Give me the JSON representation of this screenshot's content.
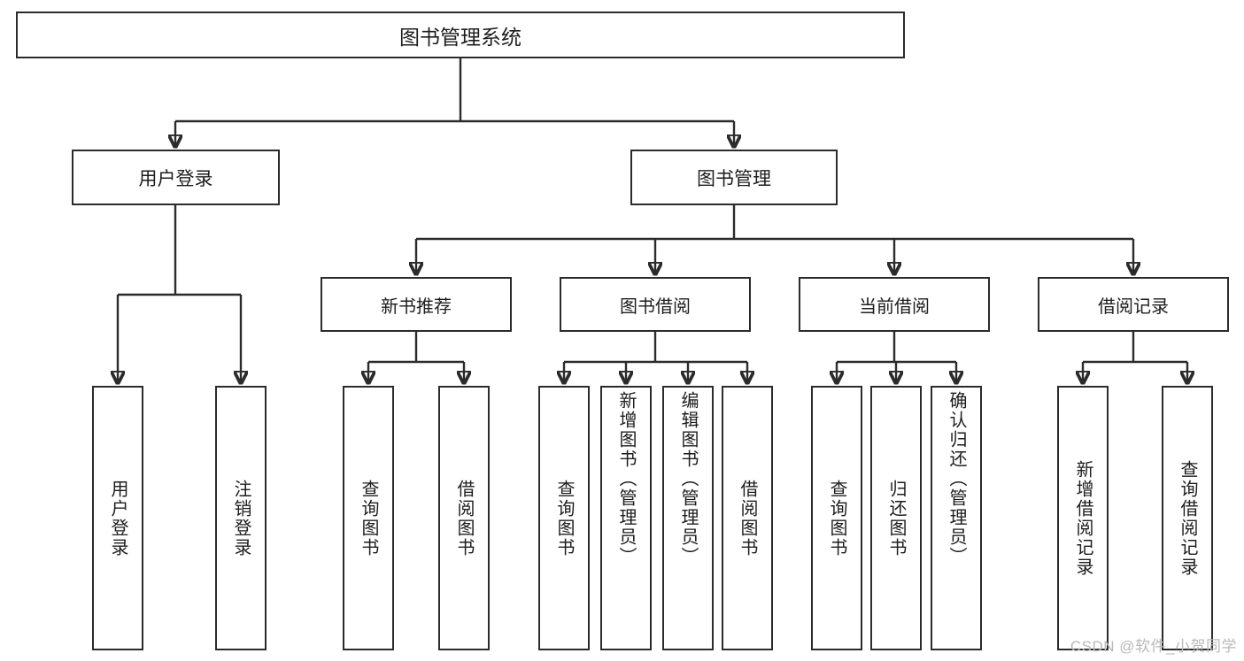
{
  "diagram": {
    "title": "图书管理系统",
    "type": "tree-function-structure",
    "stroke_color": "#2b2b2b",
    "background_color": "#ffffff",
    "text_color": "#1d1d1d"
  },
  "root": {
    "label": "图书管理系统"
  },
  "branches": [
    {
      "label": "用户登录"
    },
    {
      "label": "图书管理"
    }
  ],
  "groups": [
    {
      "label": "新书推荐"
    },
    {
      "label": "图书借阅"
    },
    {
      "label": "当前借阅"
    },
    {
      "label": "借阅记录"
    }
  ],
  "leaves": {
    "user_login": [
      {
        "label": "用户登录"
      },
      {
        "label": "注销登录"
      }
    ],
    "new_book_recommend": [
      {
        "label": "查询图书"
      },
      {
        "label": "借阅图书"
      }
    ],
    "book_borrow": [
      {
        "label": "查询图书"
      },
      {
        "label": "新增图书（管理员）"
      },
      {
        "label": "编辑图书（管理员）"
      },
      {
        "label": "借阅图书"
      }
    ],
    "current_borrow": [
      {
        "label": "查询图书"
      },
      {
        "label": "归还图书"
      },
      {
        "label": "确认归还（管理员）"
      }
    ],
    "borrow_record": [
      {
        "label": "新增借阅记录"
      },
      {
        "label": "查询借阅记录"
      }
    ]
  },
  "watermark": {
    "text": "CSDN @软件_小贺同学"
  }
}
